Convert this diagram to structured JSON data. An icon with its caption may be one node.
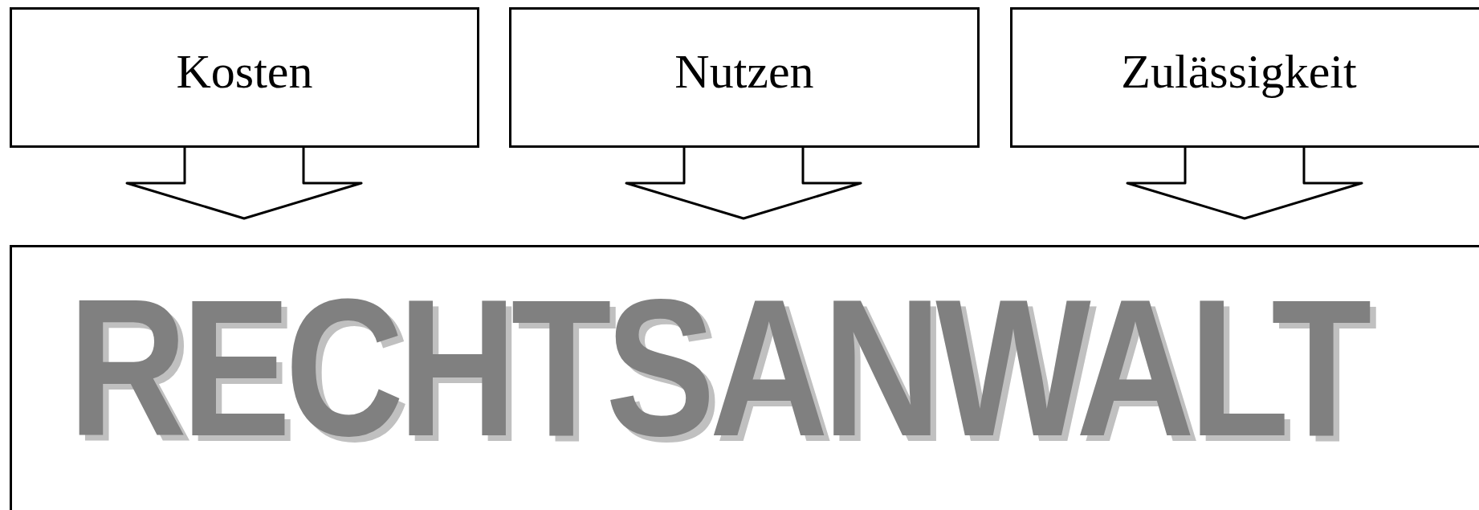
{
  "diagram": {
    "nodes": [
      {
        "text": [
          "Kosten"
        ]
      },
      {
        "text": [
          "Nutzen"
        ]
      },
      {
        "text": [
          "Zulässigkeit"
        ]
      },
      {
        "text": [
          "RECHTSANWALT"
        ]
      }
    ],
    "edges": [
      {
        "from": 0,
        "to": 3,
        "arrow": "to"
      },
      {
        "from": 1,
        "to": 3,
        "arrow": "to"
      },
      {
        "from": 2,
        "to": 3,
        "arrow": "to"
      }
    ]
  }
}
